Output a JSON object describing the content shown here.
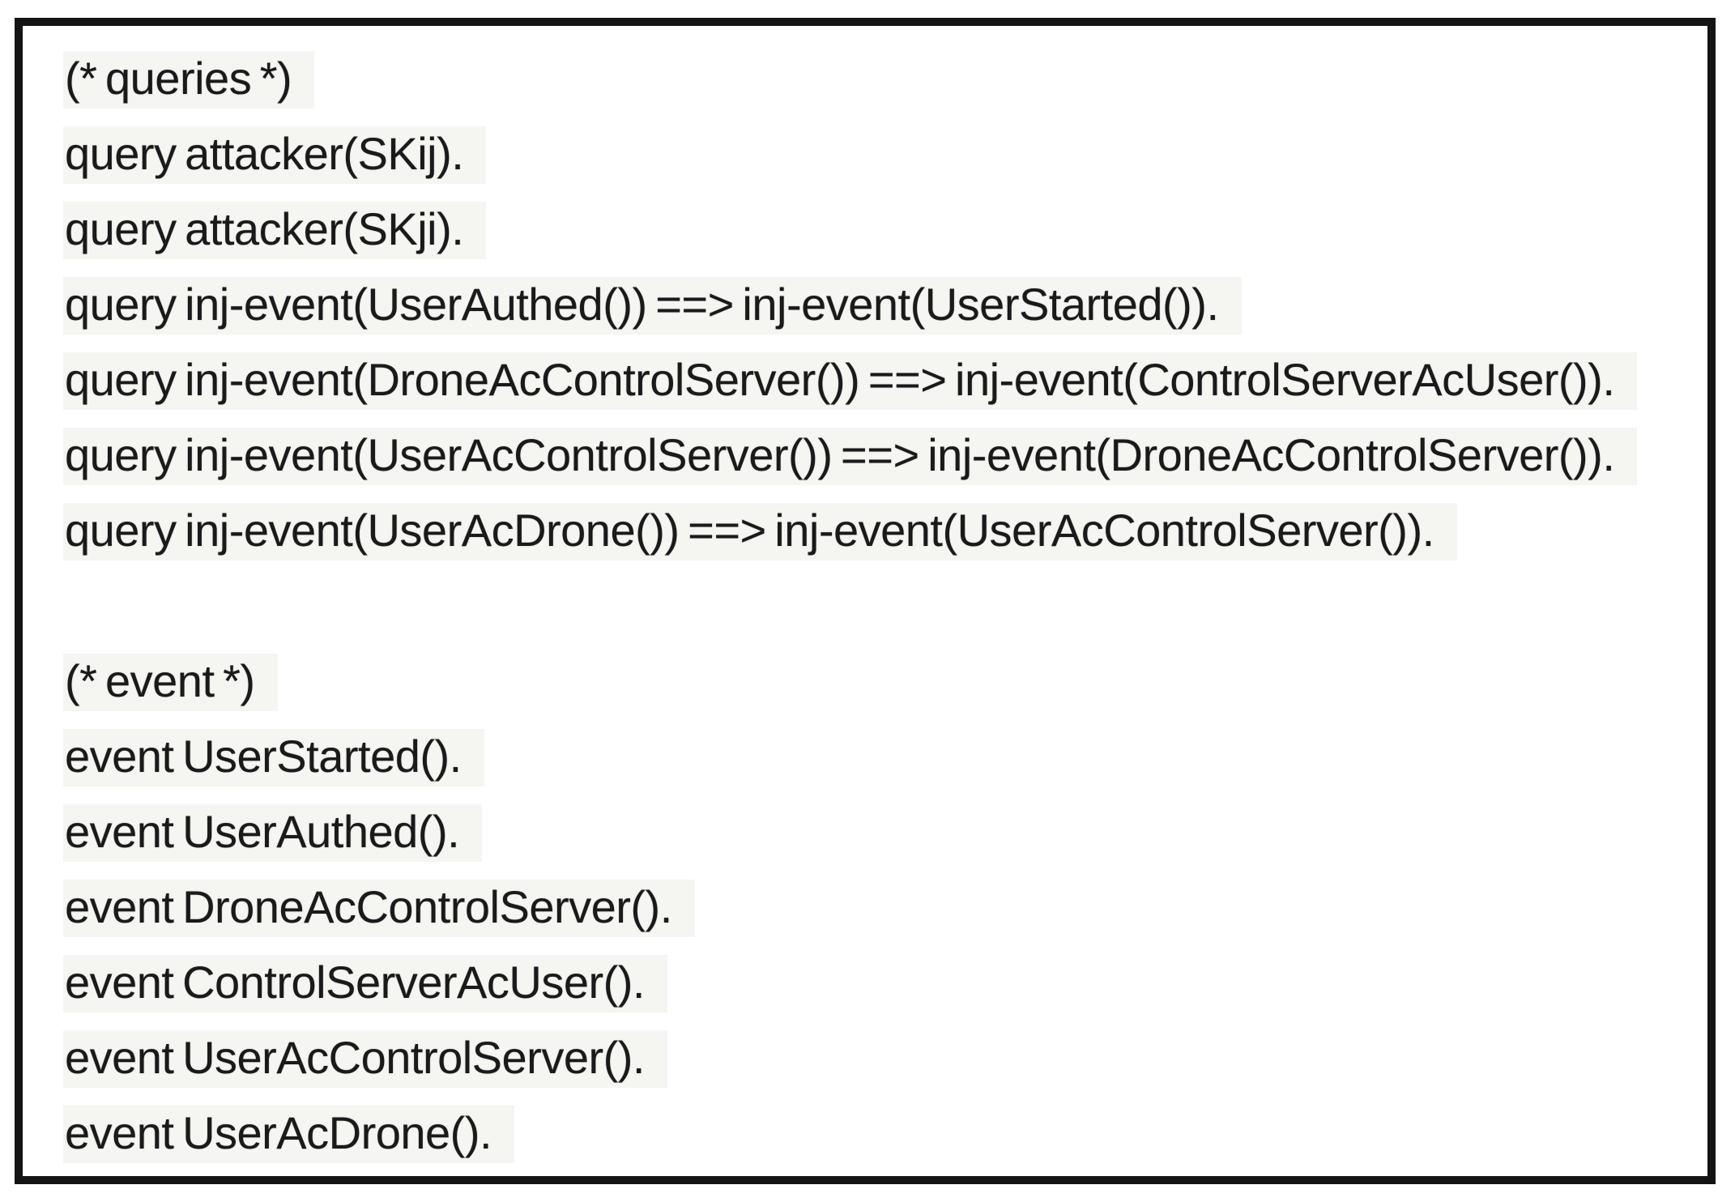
{
  "document": {
    "language": "proverif",
    "comment_queries": "(* queries *)",
    "queries": [
      "query attacker(SKij).",
      "query attacker(SKji).",
      "query inj-event(UserAuthed()) ==> inj-event(UserStarted()).",
      "query inj-event(DroneAcControlServer()) ==> inj-event(ControlServerAcUser()).",
      "query inj-event(UserAcControlServer()) ==> inj-event(DroneAcControlServer()).",
      "query inj-event(UserAcDrone()) ==> inj-event(UserAcControlServer())."
    ],
    "comment_event": "(* event *)",
    "events": [
      "event UserStarted().",
      "event UserAuthed().",
      "event DroneAcControlServer().",
      "event ControlServerAcUser().",
      "event UserAcControlServer().",
      "event UserAcDrone()."
    ]
  },
  "style": {
    "border_color": "#141414",
    "text_color": "#1b1a1a",
    "band_color": "#f5f5f2",
    "background_color": "#ffffff"
  }
}
